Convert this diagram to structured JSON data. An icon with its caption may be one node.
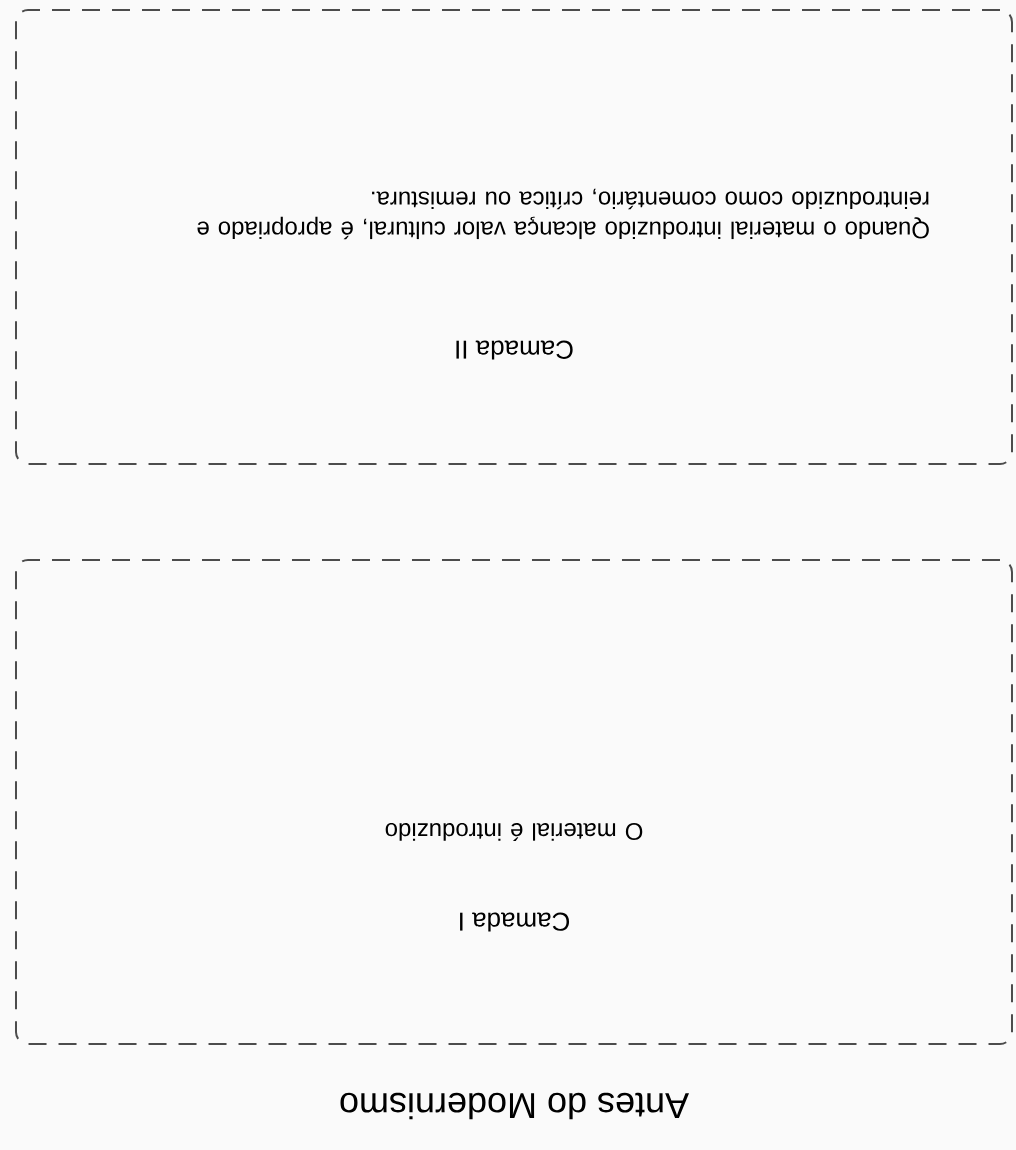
{
  "diagram": {
    "title": "Antes do Modernismo",
    "nodes": [
      {
        "text": [
          "Camada II",
          "Quando o material introduzido alcança valor cultural, é apropriado e reintroduzido como comentário, crítica ou remistura."
        ]
      },
      {
        "text": [
          "Camada I",
          "O material é introduzido"
        ]
      }
    ]
  }
}
